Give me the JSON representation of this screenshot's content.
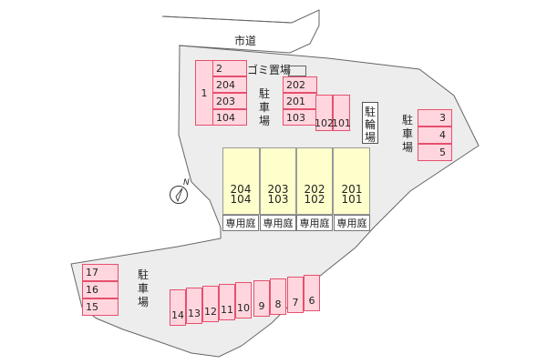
{
  "map": {
    "road_label": "市道",
    "garbage_label": "ゴミ置場",
    "bike_parking_label": "駐輪場",
    "parking_label_center": "駐車場",
    "parking_label_right": "駐車場",
    "parking_label_bottom": "駐車場",
    "north_label": "N",
    "units": [
      {
        "upper": "204",
        "lower": "104"
      },
      {
        "upper": "203",
        "lower": "103"
      },
      {
        "upper": "202",
        "lower": "102"
      },
      {
        "upper": "201",
        "lower": "101"
      }
    ],
    "private_garden_label": "専用庭",
    "parking_left": {
      "side": "1",
      "col": [
        "2",
        "204",
        "203",
        "104"
      ]
    },
    "parking_mid": {
      "col": [
        "202",
        "201",
        "103"
      ],
      "extra": [
        "102",
        "101"
      ]
    },
    "parking_right": [
      "3",
      "4",
      "5"
    ],
    "parking_bottom_left": [
      "17",
      "16",
      "15"
    ],
    "parking_bottom_row": [
      "14",
      "13",
      "12",
      "11",
      "10",
      "9",
      "8",
      "7",
      "6"
    ]
  }
}
